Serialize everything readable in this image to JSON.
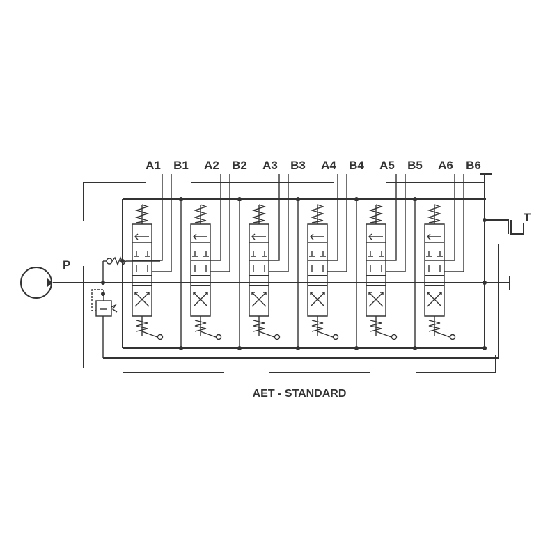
{
  "diagram": {
    "caption": "AET - STANDARD",
    "pump_label": "P",
    "tank_label": "T",
    "sections": [
      {
        "a": "A1",
        "b": "B1"
      },
      {
        "a": "A2",
        "b": "B2"
      },
      {
        "a": "A3",
        "b": "B3"
      },
      {
        "a": "A4",
        "b": "B4"
      },
      {
        "a": "A5",
        "b": "B5"
      },
      {
        "a": "A6",
        "b": "B6"
      }
    ],
    "colors": {
      "line": "#333333",
      "background": "#ffffff"
    }
  }
}
